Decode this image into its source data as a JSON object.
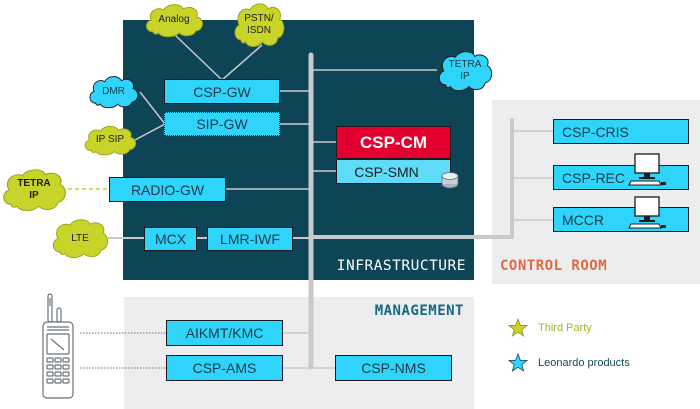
{
  "zones": {
    "infrastructure": "INFRASTRUCTURE",
    "management": "MANAGEMENT",
    "control_room": "CONTROL ROOM"
  },
  "infrastructure_nodes": {
    "csp_gw": "CSP-GW",
    "sip_gw": "SIP-GW",
    "radio_gw": "RADIO-GW",
    "mcx": "MCX",
    "lmr_iwf": "LMR-IWF",
    "csp_cm": "CSP-CM",
    "csp_smn": "CSP-SMN"
  },
  "management_nodes": {
    "aikmt_kmc": "AIKMT/KMC",
    "csp_ams": "CSP-AMS",
    "csp_nms": "CSP-NMS"
  },
  "control_room_nodes": {
    "csp_cris": "CSP-CRIS",
    "csp_rec": "CSP-REC",
    "mccr": "MCCR"
  },
  "external_networks": {
    "analog": "Analog",
    "pstn_isdn_line1": "PSTN/",
    "pstn_isdn_line2": "ISDN",
    "dmr": "DMR",
    "ip_sip": "IP SIP",
    "tetra_ip_left_line1": "TETRA",
    "tetra_ip_left_line2": "IP",
    "lte": "LTE",
    "tetra_ip_right_line1": "TETRA",
    "tetra_ip_right_line2": "IP"
  },
  "legend": {
    "third_party": "Third Party",
    "leonardo": "Leonardo products"
  },
  "colors": {
    "infrastructure_bg": "#0d4456",
    "panel_bg": "#ecedef",
    "leonardo_cyan": "#2fd4fa",
    "third_party_lime": "#c8d42a",
    "core_red": "#e3002e",
    "control_room_orange": "#e2683f",
    "management_teal": "#17697f"
  }
}
